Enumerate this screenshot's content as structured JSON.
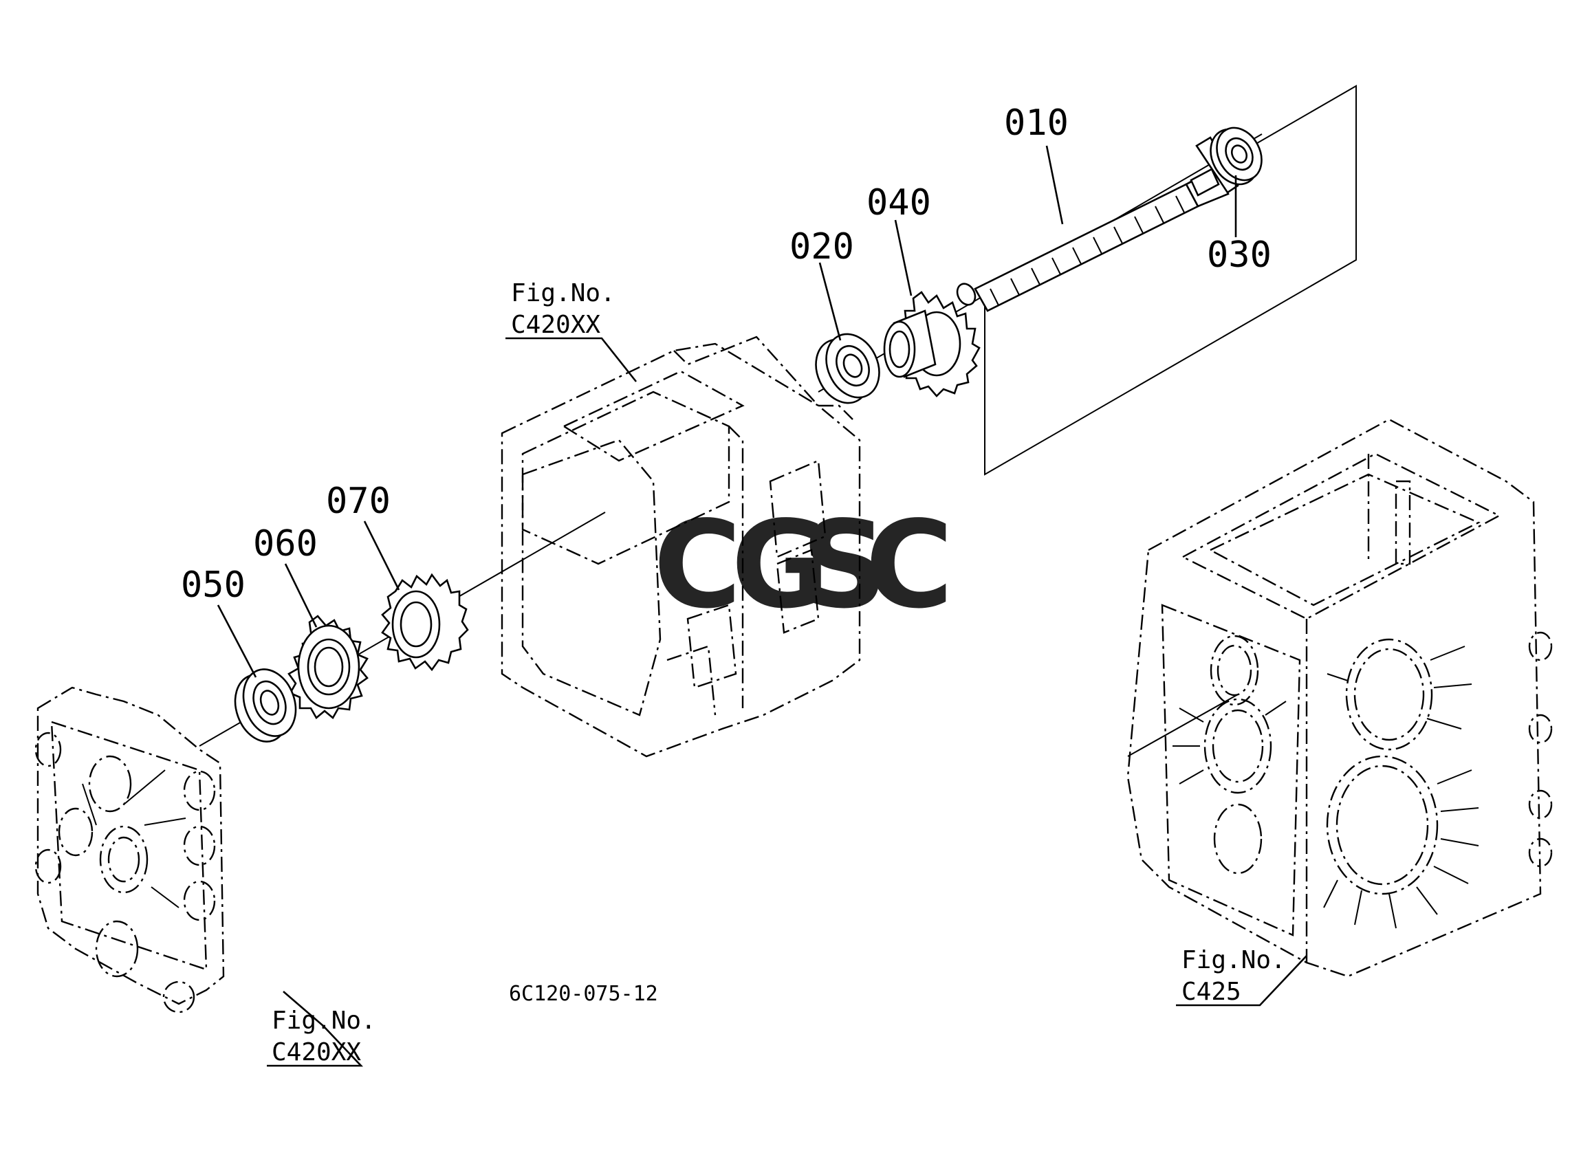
{
  "drawing_code": "6C120-075-12",
  "watermark": {
    "letters": [
      {
        "char": "C",
        "color": "#4a86e8"
      },
      {
        "char": "G",
        "color": "#e06666"
      },
      {
        "char": "S",
        "color": "#f1c232"
      },
      {
        "char": "C",
        "color": "#6aa884"
      }
    ]
  },
  "callouts": {
    "p010": "010",
    "p020": "020",
    "p030": "030",
    "p040": "040",
    "p050": "050",
    "p060": "060",
    "p070": "070"
  },
  "figure_refs": {
    "case_center": {
      "label": "Fig.No.",
      "number": "C420XX"
    },
    "cover_left": {
      "label": "Fig.No.",
      "number": "C420XX"
    },
    "case_right": {
      "label": "Fig.No.",
      "number": "C425"
    }
  }
}
